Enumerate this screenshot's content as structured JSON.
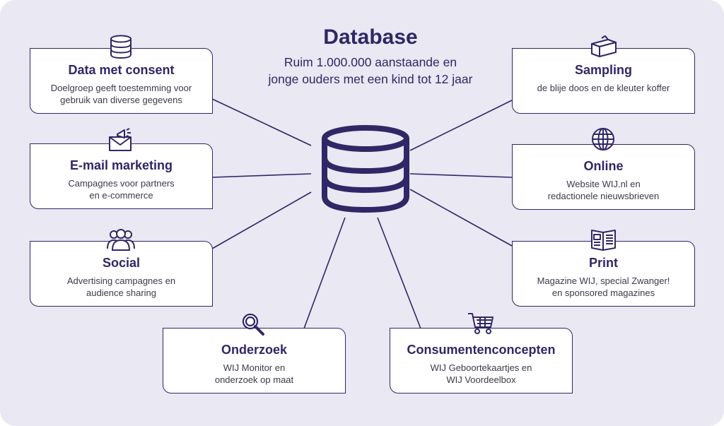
{
  "title": "Database",
  "subtitle_line1": "Ruim 1.000.000 aanstaande en",
  "subtitle_line2": "jonge ouders met een kind tot 12 jaar",
  "colors": {
    "primary": "#2f2766",
    "background": "#e9e8f3",
    "card": "#ffffff"
  },
  "cards": {
    "consent": {
      "title": "Data met consent",
      "line1": "Doelgroep geeft toestemming voor",
      "line2": "gebruik van diverse gegevens",
      "icon": "database-icon"
    },
    "email": {
      "title": "E-mail marketing",
      "line1": "Campagnes voor partners",
      "line2": "en e-commerce",
      "icon": "envelope-megaphone-icon"
    },
    "social": {
      "title": "Social",
      "line1": "Advertising campagnes en",
      "line2": "audience sharing",
      "icon": "people-icon"
    },
    "onderzoek": {
      "title": "Onderzoek",
      "line1": "WIJ Monitor en",
      "line2": "onderzoek op maat",
      "icon": "magnifier-icon"
    },
    "consument": {
      "title": "Consumentenconcepten",
      "line1": "WIJ Geboortekaartjes en",
      "line2": "WIJ Voordeelbox",
      "icon": "shopping-cart-icon"
    },
    "sampling": {
      "title": "Sampling",
      "line1": "de blije doos en de kleuter koffer",
      "line2": "",
      "icon": "box-icon"
    },
    "online": {
      "title": "Online",
      "line1": "Website WIJ.nl en",
      "line2": "redactionele nieuwsbrieven",
      "icon": "globe-icon"
    },
    "print": {
      "title": "Print",
      "line1": "Magazine WIJ, special Zwanger!",
      "line2": "en sponsored magazines",
      "icon": "magazine-icon"
    }
  }
}
